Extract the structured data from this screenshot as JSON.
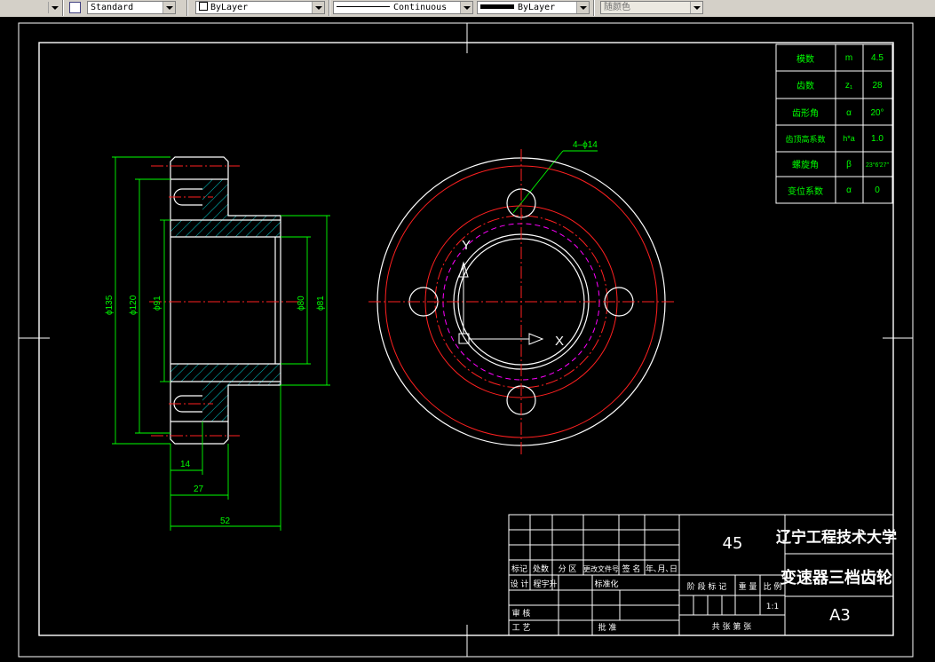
{
  "toolbar": {
    "textstyle": "Standard",
    "layer": "ByLayer",
    "linetype": "Continuous",
    "lineweight": "ByLayer",
    "plotstyle": "随颜色"
  },
  "params_table": {
    "rows": [
      {
        "name": "模数",
        "symbol": "m",
        "value": "4.5"
      },
      {
        "name": "齿数",
        "symbol": "z₁",
        "value": "28"
      },
      {
        "name": "齿形角",
        "symbol": "α",
        "value": "20°"
      },
      {
        "name": "齿顶高系数",
        "symbol": "h*a",
        "value": "1.0"
      },
      {
        "name": "螺旋角",
        "symbol": "β",
        "value": "23°6′27″"
      },
      {
        "name": "变位系数",
        "symbol": "α",
        "value": "0"
      }
    ]
  },
  "dimensions": {
    "d135": "ϕ135",
    "d120": "ϕ120",
    "d91": "ϕ91",
    "d80": "ϕ80",
    "d81": "ϕ81",
    "w14": "14",
    "w27": "27",
    "w52": "52",
    "holes": "4–ϕ14"
  },
  "ucs": {
    "x": "X",
    "y": "Y"
  },
  "title_block": {
    "material": "45",
    "school": "辽宁工程技术大学",
    "part": "变速器三档齿轮",
    "sheet": "A3",
    "h_mark": "标记",
    "h_count": "处数",
    "h_zone": "分 区",
    "h_doc": "更改文件号",
    "h_sign": "签 名",
    "h_date": "年､月､日",
    "design": "设 计",
    "designer": "程宇升",
    "std": "标准化",
    "stage": "阶 段 标 记",
    "weight": "重 量",
    "ratio": "比 例",
    "scale": "1:1",
    "check": "审 核",
    "process": "工 艺",
    "approve": "批 准",
    "sheets": "共    张  第    张"
  }
}
